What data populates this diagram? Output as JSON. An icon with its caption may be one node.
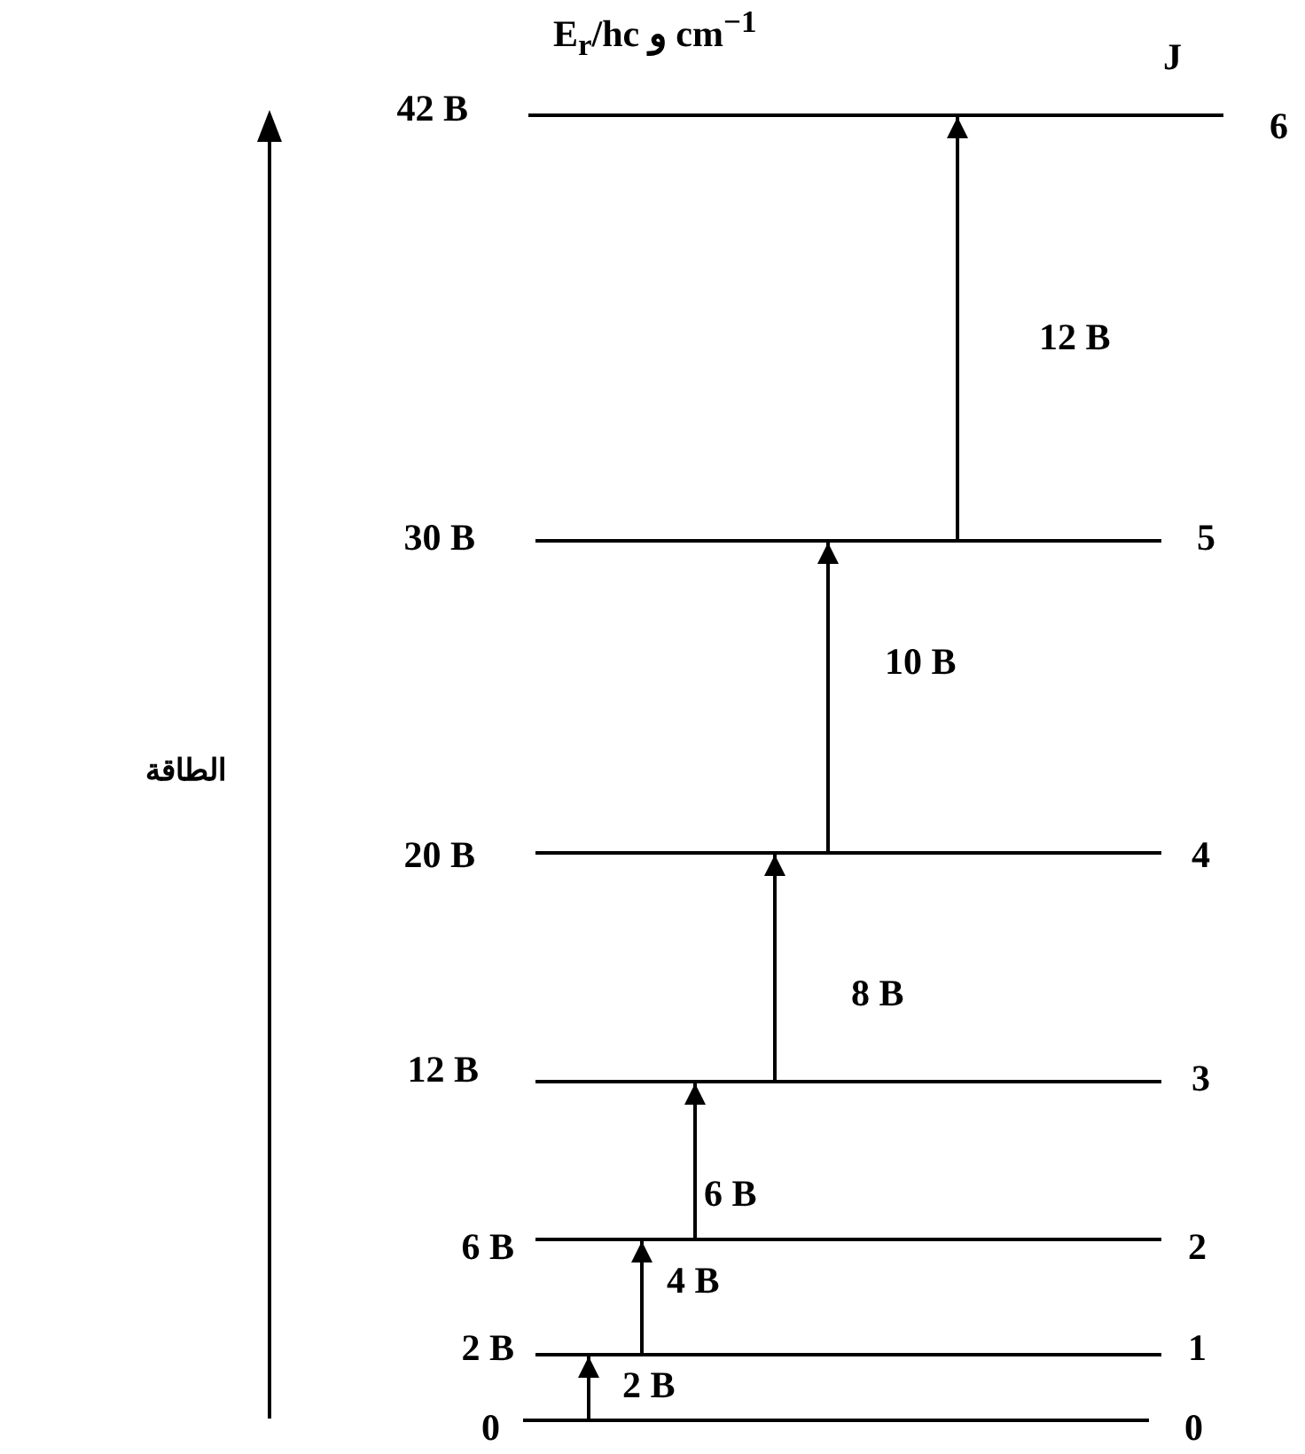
{
  "diagram": {
    "nodes": [
      {
        "text": [],
        "shape": "bar",
        "beside": [
          "0",
          "0"
        ]
      },
      {
        "text": [],
        "shape": "bar",
        "beside": [
          "2 B",
          "1"
        ]
      },
      {
        "text": [],
        "shape": "bar",
        "beside": [
          "6 B",
          "2"
        ]
      },
      {
        "text": [],
        "shape": "bar",
        "beside": [
          "12 B",
          "3"
        ]
      },
      {
        "text": [],
        "shape": "bar",
        "beside": [
          "20 B",
          "4"
        ]
      },
      {
        "text": [],
        "shape": "bar",
        "beside": [
          "30 B",
          "5"
        ]
      },
      {
        "text": [],
        "shape": "bar",
        "beside": [
          "42 B",
          "6"
        ]
      }
    ],
    "edges": [
      {
        "from": 0,
        "to": 1,
        "arrow": "to",
        "label": "2 B"
      },
      {
        "from": 1,
        "to": 2,
        "arrow": "to",
        "label": "4 B"
      },
      {
        "from": 2,
        "to": 3,
        "arrow": "to",
        "label": "6 B"
      },
      {
        "from": 3,
        "to": 4,
        "arrow": "to",
        "label": "8 B"
      },
      {
        "from": 4,
        "to": 5,
        "arrow": "to",
        "label": "10 B"
      },
      {
        "from": 5,
        "to": 6,
        "arrow": "to",
        "label": "12 B"
      }
    ],
    "labels": [
      "E$_{r}$/hc  و  cm$^{−1}$",
      "J",
      "الطاقة"
    ]
  }
}
